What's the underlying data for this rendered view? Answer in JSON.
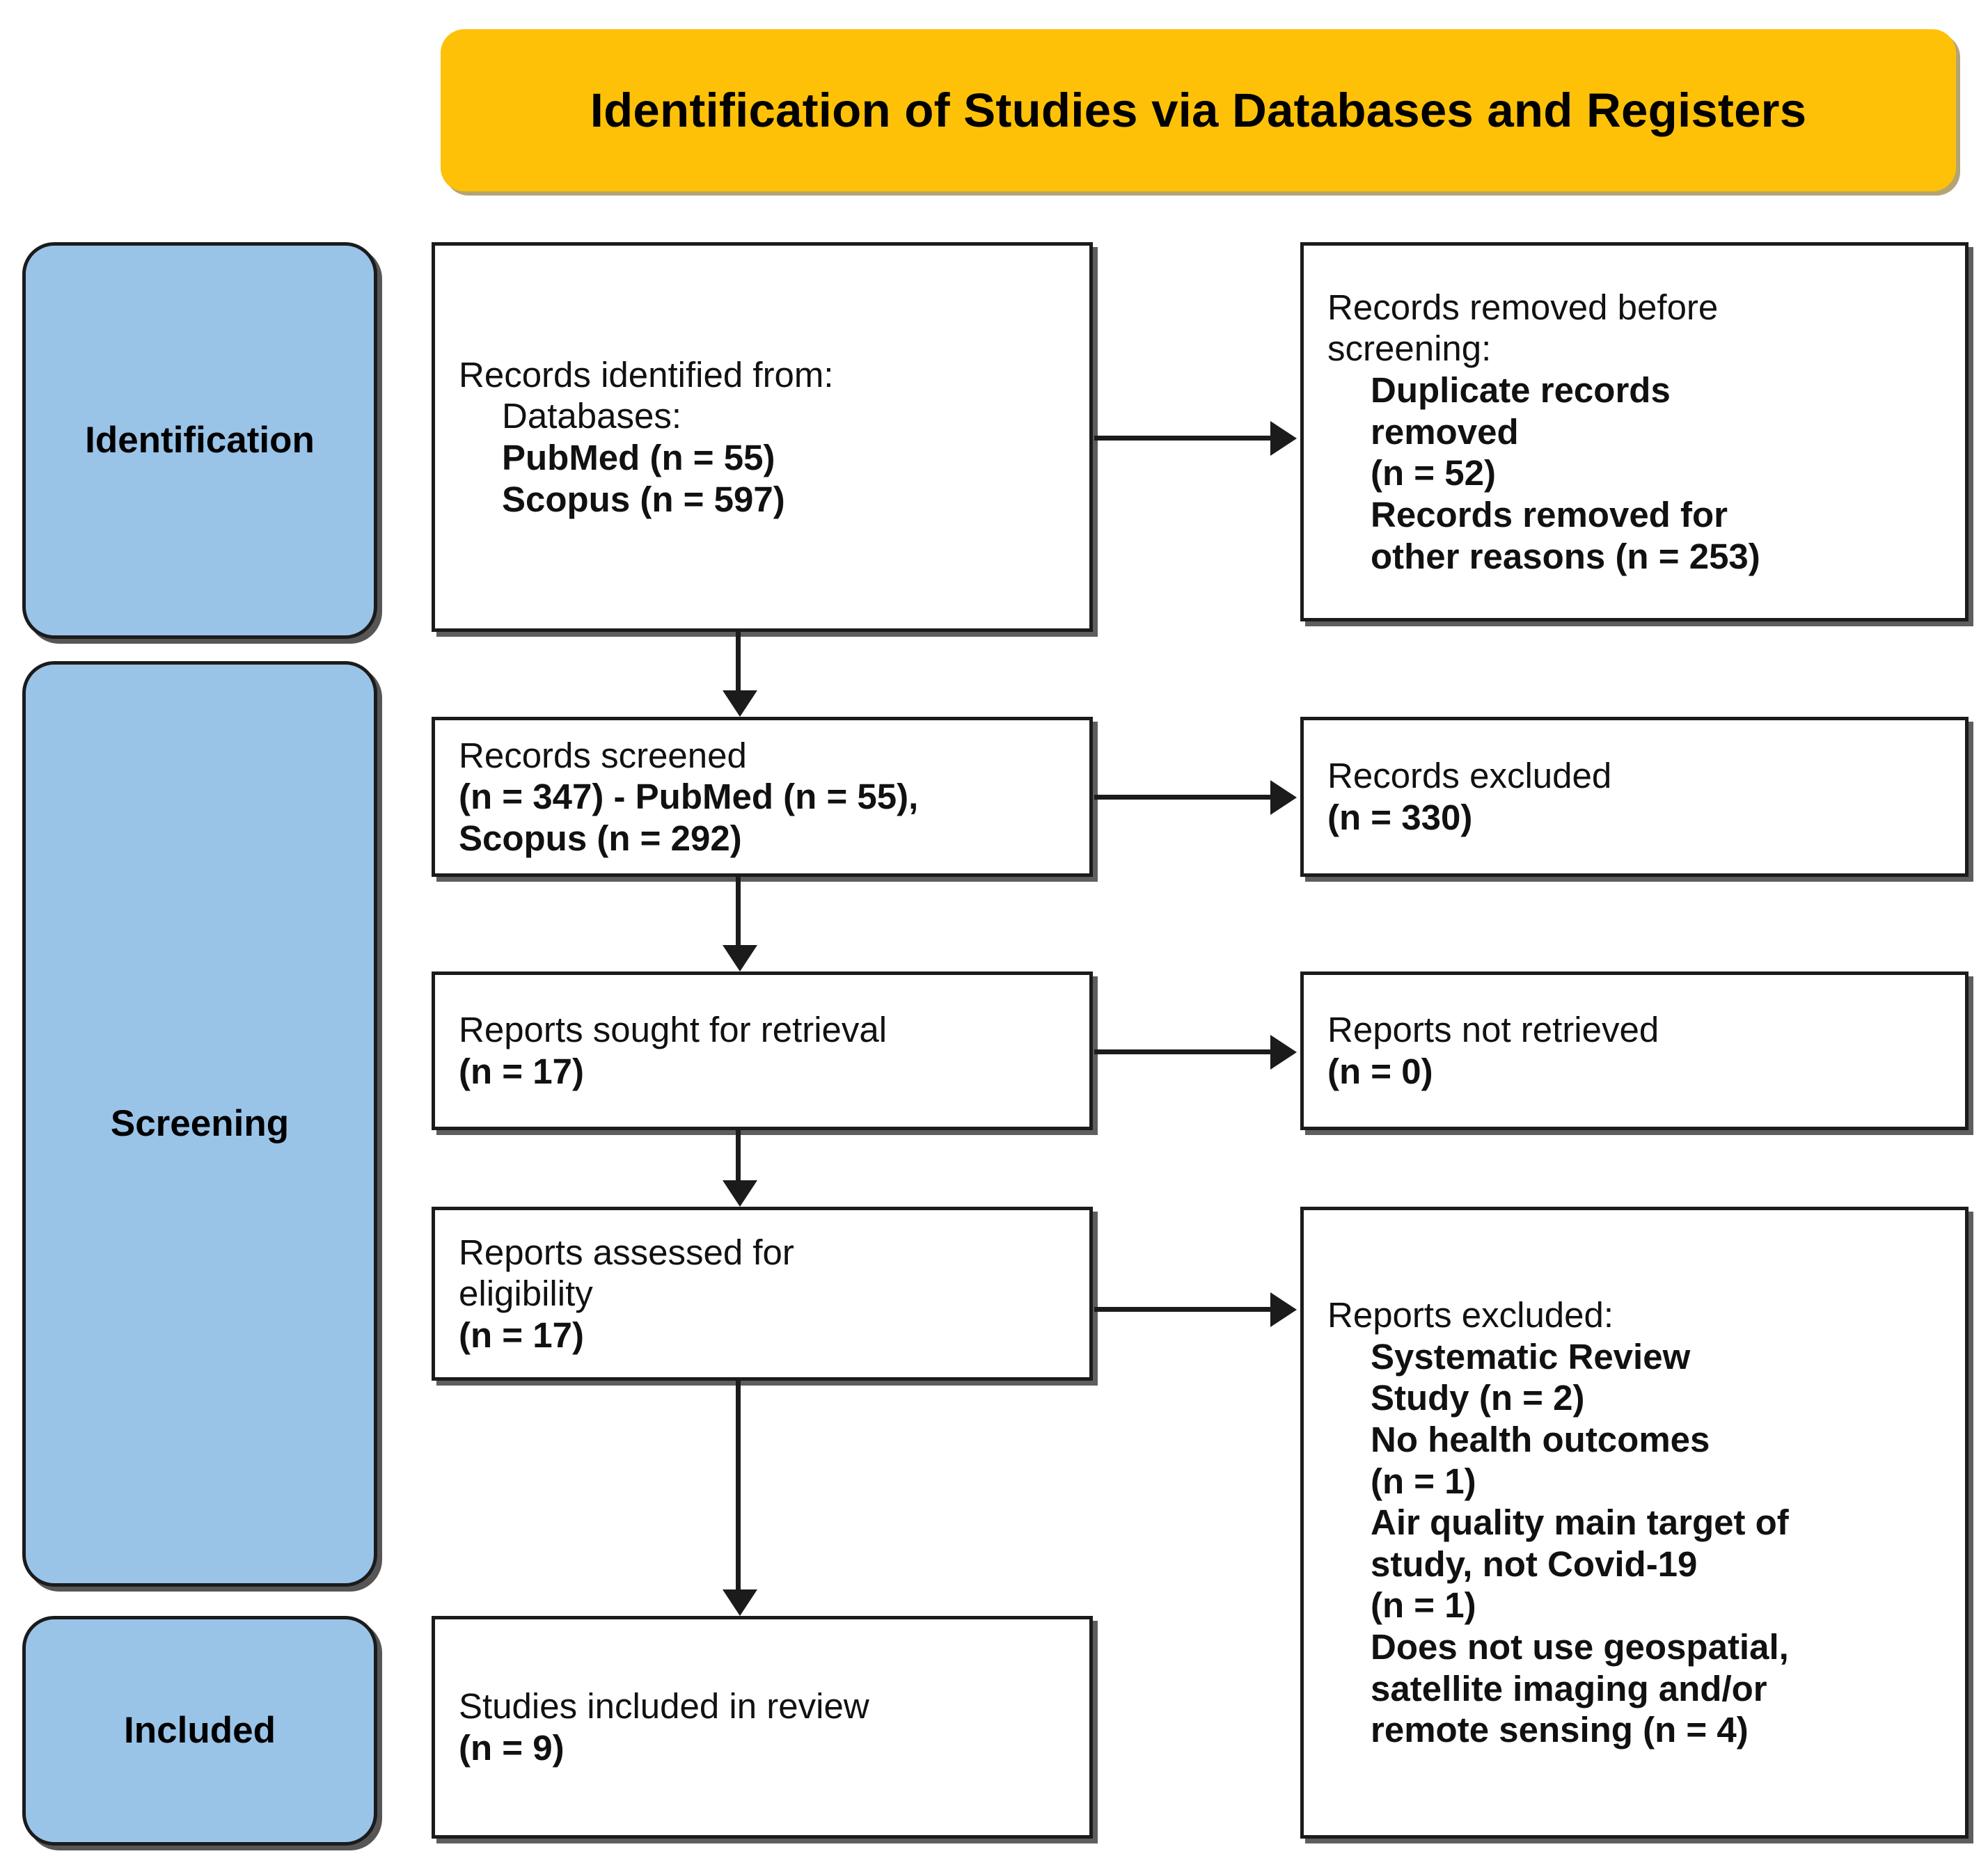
{
  "diagram": {
    "type": "prisma-flow-diagram",
    "banner": {
      "title": "Identification of Studies via Databases and Registers",
      "color": "#FFC107"
    },
    "stage_color": "#9AC3E8",
    "stages": [
      {
        "key": "identification",
        "label": "Identification"
      },
      {
        "key": "screening",
        "label": "Screening"
      },
      {
        "key": "included",
        "label": "Included"
      }
    ],
    "boxes": {
      "identified": {
        "lines": [
          "Records identified from:",
          "Databases:",
          "PubMed (n = 55)",
          "Scopus (n = 597)"
        ]
      },
      "removed_before_screening": {
        "lines": [
          "Records removed ",
          "before screening",
          ":",
          "Duplicate records",
          "removed",
          "(n = 52)",
          "Records removed for",
          "other reasons (n = 253)"
        ],
        "line1": "Records removed ",
        "line1_italic": "before",
        "line2_italic": "screening",
        "line2_tail": ":",
        "bold_lines": [
          "Duplicate records",
          "removed",
          "(n = 52)",
          "Records removed for",
          "other reasons (n = 253)"
        ]
      },
      "screened": {
        "line1": "Records screened",
        "line2": "(n = 347) - PubMed (n = 55),",
        "line3": "Scopus (n = 292)"
      },
      "records_excluded": {
        "line1": "Records excluded",
        "line2": "(n = 330)"
      },
      "sought": {
        "line1": "Reports sought for retrieval",
        "line2": "(n = 17)"
      },
      "not_retrieved": {
        "line1": "Reports not retrieved",
        "line2": "(n = 0)"
      },
      "assessed": {
        "line1": "Reports assessed for",
        "line2": "eligibility",
        "line3": "(n = 17)"
      },
      "reports_excluded": {
        "heading": "Reports excluded:",
        "reasons": [
          "Systematic Review",
          "Study (n = 2)",
          "No health outcomes",
          "(n = 1)",
          "Air quality main target of",
          "study, not Covid-19",
          "(n = 1)",
          "Does not use geospatial,",
          "satellite imaging and/or",
          "remote sensing (n = 4)"
        ]
      },
      "studies_included": {
        "line1": "Studies included in review",
        "line2": "(n = 9)"
      }
    },
    "counts": {
      "pubmed_identified": 55,
      "scopus_identified": 597,
      "duplicates_removed": 52,
      "removed_other_reasons": 253,
      "records_screened_total": 347,
      "records_screened_pubmed": 55,
      "records_screened_scopus": 292,
      "records_excluded": 330,
      "reports_sought": 17,
      "reports_not_retrieved": 0,
      "reports_assessed": 17,
      "excluded_systematic_review": 2,
      "excluded_no_health_outcomes": 1,
      "excluded_air_quality": 1,
      "excluded_no_geospatial": 4,
      "studies_included": 9
    }
  }
}
